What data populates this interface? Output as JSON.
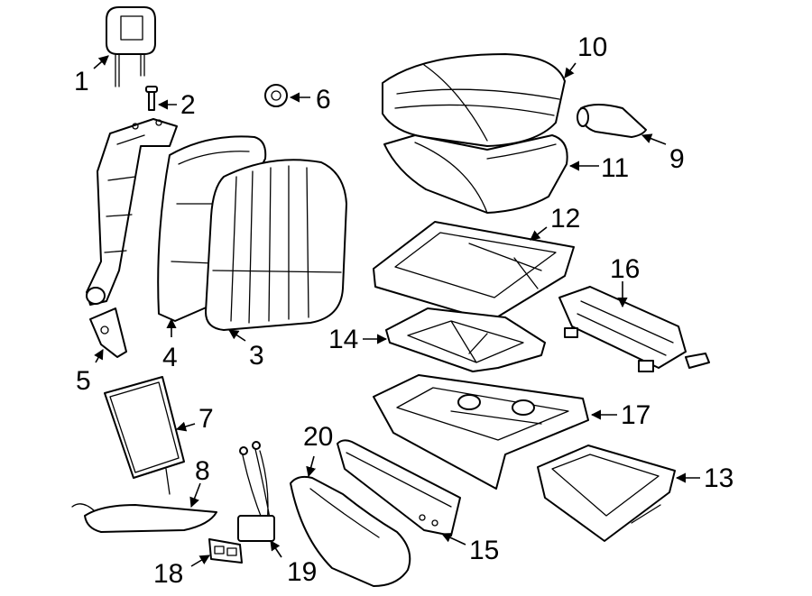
{
  "diagram": {
    "colors": {
      "line": "#000000",
      "background": "#ffffff"
    },
    "callouts": [
      "1",
      "2",
      "3",
      "4",
      "5",
      "6",
      "7",
      "8",
      "9",
      "10",
      "11",
      "12",
      "13",
      "14",
      "15",
      "16",
      "17",
      "18",
      "19",
      "20"
    ]
  }
}
